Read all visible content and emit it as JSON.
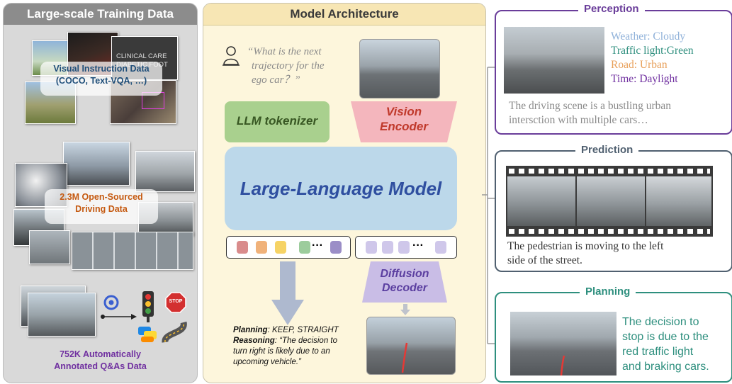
{
  "colors": {
    "perception": "#6a3d9a",
    "prediction": "#506070",
    "planning": "#2e8f7e",
    "visual_instruction": "#1f4e79",
    "driving_data": "#c55a11",
    "annotated": "#7030a0",
    "llm_tokenizer": "#a9d08e",
    "vision_encoder": "#f4b6bd",
    "llm": "#bcd8ea",
    "diffusion_decoder": "#c9bde6"
  },
  "left_panel": {
    "title": "Large-scale Training Data",
    "visual_instruction": {
      "line1": "Visual Instruction Data",
      "line2": "(COCO, Text-VQA, …)"
    },
    "photo_text": {
      "line1": "CLINICAL CARE",
      "line2": "DIABETIC FOOT"
    },
    "driving_data": {
      "line1": "2.3M Open-Sourced",
      "line2": "Driving Data"
    },
    "stop_sign": "STOP",
    "annotated": {
      "line1": "752K Automatically",
      "line2": "Annotated Q&As Data"
    }
  },
  "middle_panel": {
    "title": "Model Architecture",
    "question": {
      "line1": "“What is the next",
      "line2": "trajectory for the",
      "line3": "ego car？”"
    },
    "llm_tokenizer": "LLM tokenizer",
    "vision_encoder": {
      "line1": "Vision",
      "line2": "Encoder"
    },
    "llm": "Large-Language Model",
    "token_ellipsis": "···",
    "diffusion_decoder": {
      "line1": "Diffusion",
      "line2": "Decoder"
    },
    "planning_label": "Planning",
    "planning_value": ": KEEP, STRAIGHT",
    "reasoning_label": "Reasoning",
    "reasoning_text": {
      "line1": ": “The decision to",
      "line2": "turn right is likely due to an",
      "line3": "upcoming vehicle.”"
    }
  },
  "right_panel": {
    "perception": {
      "title": "Perception",
      "weather": "Weather: Cloudy",
      "traffic_light": "Traffic light:Green",
      "road": "Road: Urban",
      "time": "Time: Daylight",
      "description": {
        "line1": "The driving scene is a bustling urban",
        "line2": "intersction with multiple cars…"
      }
    },
    "prediction": {
      "title": "Prediction",
      "description": {
        "line1": "The pedestrian is moving to the left",
        "line2": "side of the street."
      }
    },
    "planning": {
      "title": "Planning",
      "description": {
        "line1": "The decision to",
        "line2": "stop is due to the",
        "line3": "red traffic light",
        "line4": "and braking cars."
      }
    }
  }
}
